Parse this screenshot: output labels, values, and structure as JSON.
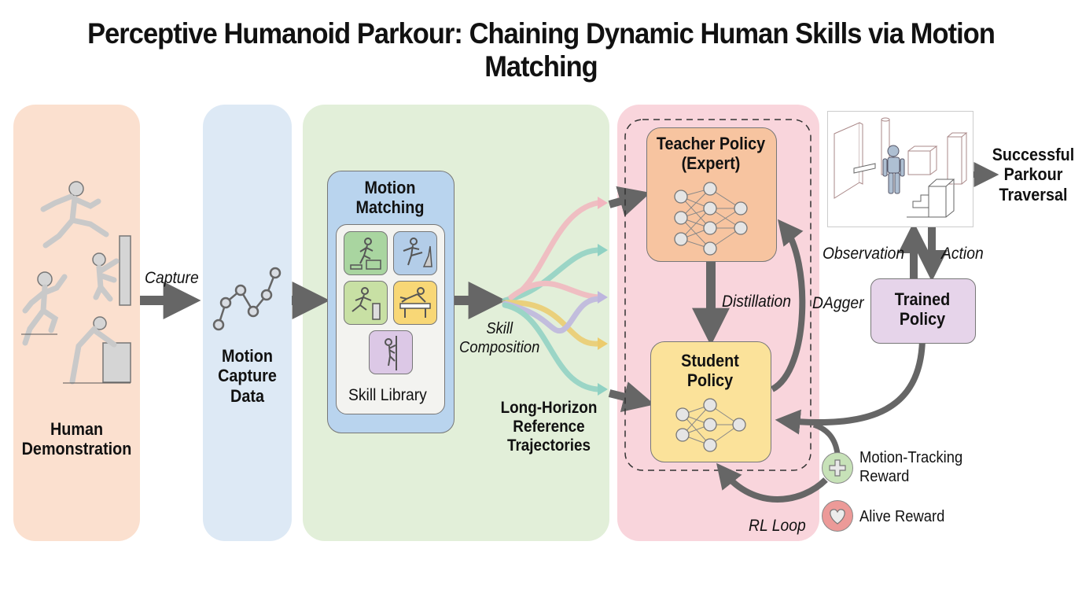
{
  "title": "Perceptive Humanoid Parkour: Chaining Dynamic Human Skills via Motion Matching",
  "colors": {
    "human_panel": "#fbe0cf",
    "mocap_panel": "#dde9f5",
    "matching_panel": "#e2efd9",
    "training_panel": "#f9d5dc",
    "teacher_box": "#f7c4a0",
    "student_box": "#fbe29a",
    "trained_box": "#e6d4ea",
    "motion_matching_box": "#b9d4ee",
    "arrow": "#666666"
  },
  "stages": {
    "human_demonstration": "Human\nDemonstration",
    "capture_label": "Capture",
    "motion_capture_data": "Motion\nCapture\nData",
    "motion_matching": "Motion\nMatching",
    "skill_library": "Skill Library",
    "skills": [
      "step-up",
      "wall-kick",
      "vault-over-box",
      "hurdle-dive",
      "climb"
    ],
    "skill_composition": "Skill\nComposition",
    "long_horizon": "Long-Horizon\nReference\nTrajectories"
  },
  "training": {
    "teacher": "Teacher Policy\n(Expert)",
    "student": "Student\nPolicy",
    "distillation": "Distillation",
    "dagger": "DAgger",
    "rl_loop": "RL Loop"
  },
  "deployment": {
    "observation": "Observation",
    "action": "Action",
    "trained_policy": "Trained\nPolicy",
    "success": "Successful\nParkour\nTraversal"
  },
  "rewards": [
    {
      "icon": "plus-icon",
      "label": "Motion-Tracking\nReward"
    },
    {
      "icon": "heart-icon",
      "label": "Alive Reward"
    }
  ]
}
